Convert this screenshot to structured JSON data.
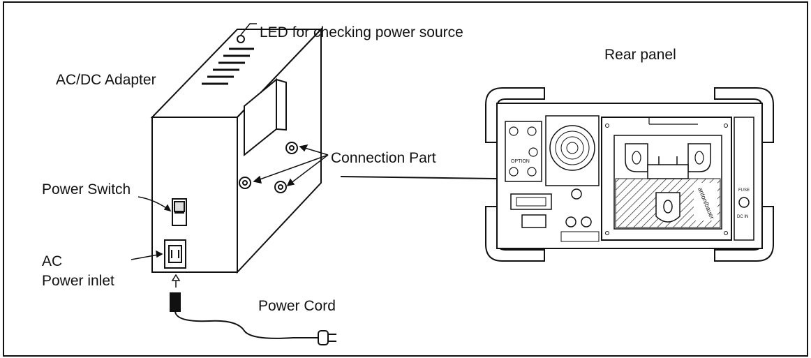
{
  "labels": {
    "led": "LED for checking power source",
    "adapter": "AC/DC Adapter",
    "rear_panel": "Rear panel",
    "connection_part": "Connection Part",
    "power_switch": "Power Switch",
    "ac": "AC",
    "power_inlet": "Power inlet",
    "power_cord": "Power Cord"
  },
  "panel_small_text": {
    "option": "OPTION",
    "brand": "anton/bauer",
    "fuse": "FUSE",
    "dc_in": "DC IN"
  },
  "colors": {
    "ink": "#111111",
    "background": "#ffffff"
  }
}
